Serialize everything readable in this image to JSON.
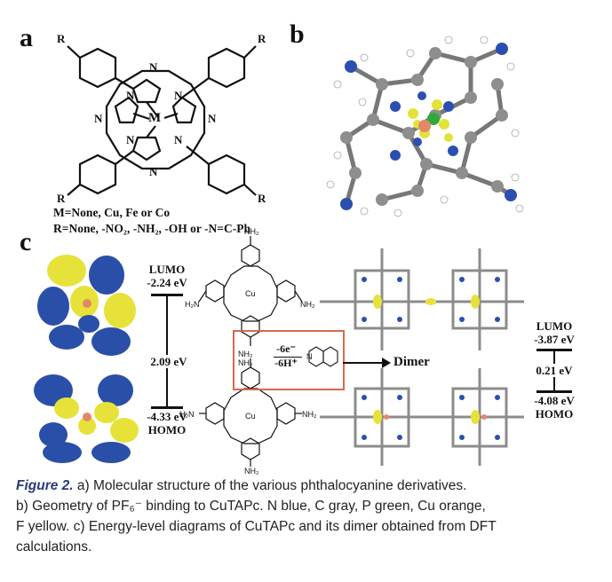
{
  "panels": {
    "a": "a",
    "b": "b",
    "c": "c"
  },
  "structure_a": {
    "r_label": "R",
    "n_label": "N",
    "m_label": "M",
    "legend_m": "M=None, Cu, Fe or Co",
    "legend_r": "R=None, -NO₂, -NH₂, -OH or -N=C-Ph"
  },
  "energy_left": {
    "lumo_label": "LUMO",
    "lumo_value": "-2.24 eV",
    "gap": "2.09 eV",
    "homo_value": "-4.33 eV",
    "homo_label": "HOMO"
  },
  "energy_right": {
    "lumo_label": "LUMO",
    "lumo_value": "-3.87 eV",
    "gap": "0.21 eV",
    "homo_value": "-4.08 eV",
    "homo_label": "HOMO"
  },
  "reaction": {
    "electrons": "-6e⁻",
    "protons": "-6H⁺",
    "product": "Dimer",
    "nh2": "NH₂",
    "h2n": "H₂N",
    "cu": "Cu",
    "n": "N"
  },
  "caption": {
    "fig_label": "Figure 2.",
    "line1": " a) Molecular structure of the various phthalocyanine derivatives.",
    "line2": "b) Geometry of PF₆⁻ binding to CuTAPc. N blue, C gray, P green, Cu orange,",
    "line3": "F yellow. c) Energy-level diagrams of CuTAPc and its dimer obtained from DFT",
    "line4": "calculations."
  },
  "colors": {
    "nitrogen": "#2b4fb0",
    "carbon": "#9a9a9a",
    "phosphorus": "#2faa3a",
    "copper": "#e3876a",
    "fluorine": "#e3e23a",
    "orbital_yellow": "#e6e23a",
    "orbital_blue": "#2a4fa8",
    "box": "#d8694a"
  }
}
